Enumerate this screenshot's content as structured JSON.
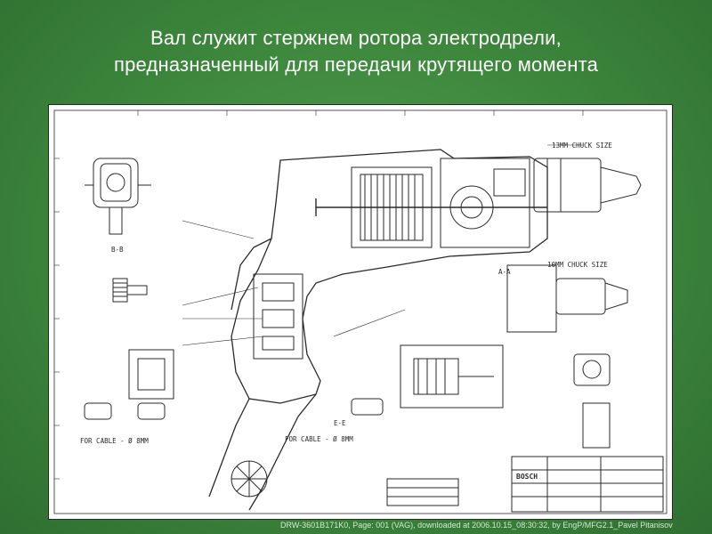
{
  "slide": {
    "title_line1": "Вал служит стержнем ротора электродрели,",
    "title_line2": "предназначенный для передачи крутящего момента"
  },
  "drawing": {
    "chuck_13": "13MM CHUCK SIZE",
    "chuck_10": "10MM CHUCK SIZE",
    "cable_left": "FOR CABLE - Ø 8MM",
    "cable_mid": "FOR CABLE - Ø 8MM",
    "section_ee": "E-E",
    "section_aa": "A-A",
    "section_bb": "B-B",
    "brand": "BOSCH",
    "footer_source": "DRW-3601B171K0, Page: 001 (VAG), downloaded at 2006.10.15_08:30:32, by EngP/MFG2.1_Pavel Pitanisov"
  },
  "colors": {
    "background": "#3f8a3e",
    "paper": "#ffffff",
    "ink": "#2a2a2a"
  }
}
